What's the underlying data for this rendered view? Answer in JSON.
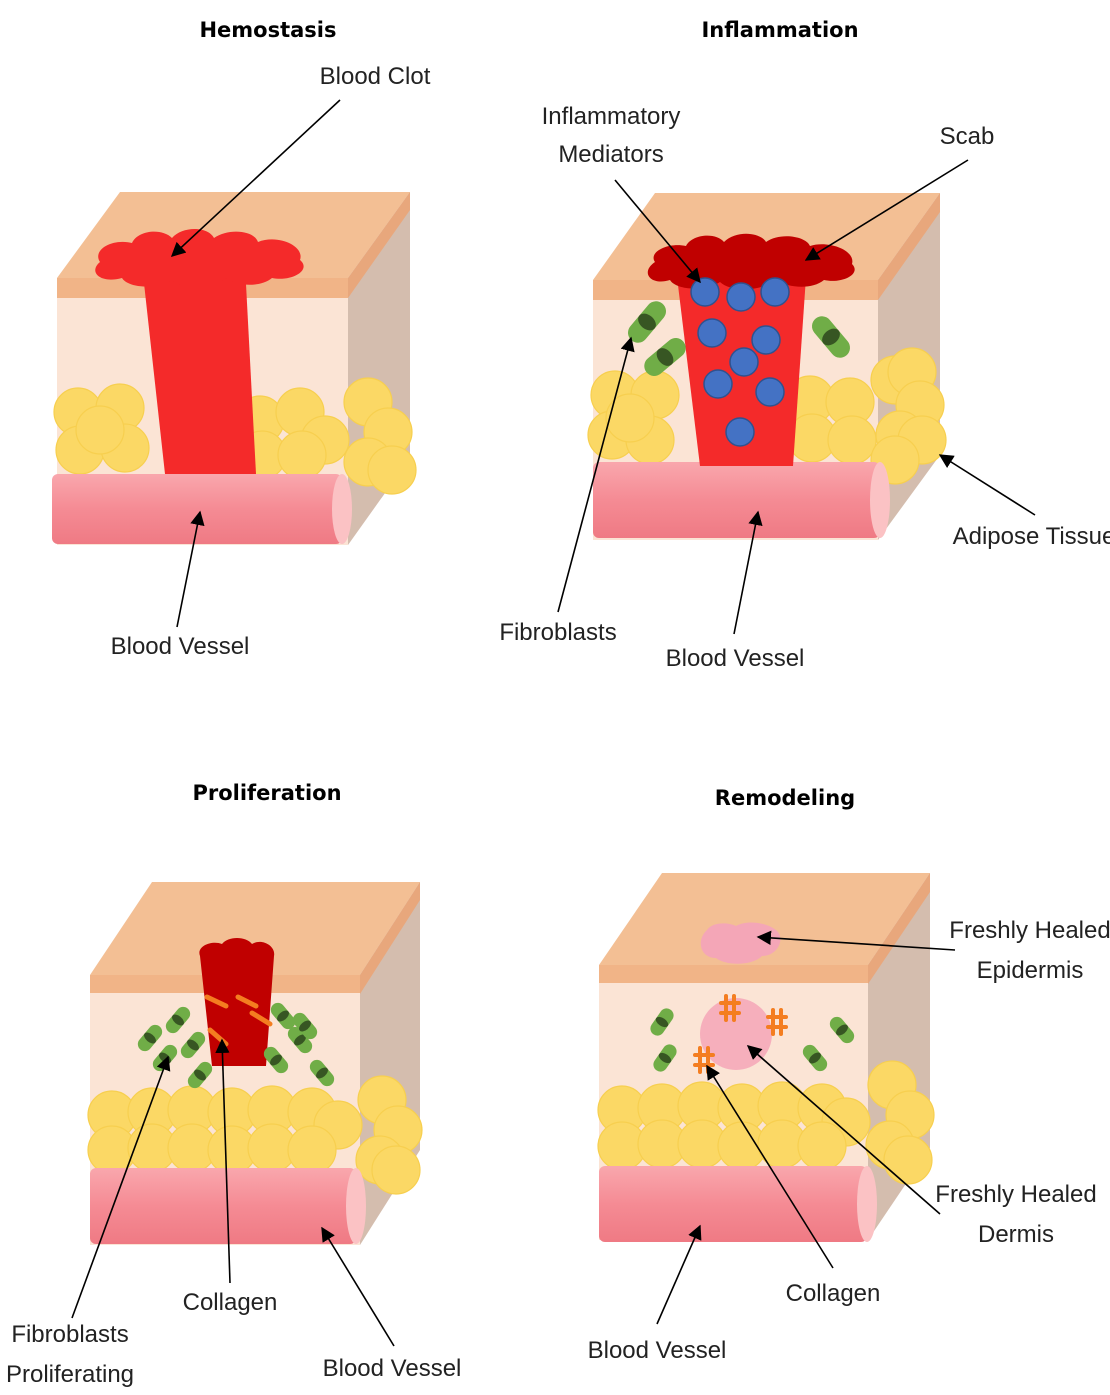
{
  "panels": {
    "hemostasis": {
      "title": "Hemostasis",
      "labels": {
        "blood_clot": "Blood Clot",
        "blood_vessel": "Blood Vessel"
      }
    },
    "inflammation": {
      "title": "Inflammation",
      "labels": {
        "inflammatory_mediators_1": "Inflammatory",
        "inflammatory_mediators_2": "Mediators",
        "scab": "Scab",
        "adipose_tissue": "Adipose Tissue",
        "fibroblasts": "Fibroblasts",
        "blood_vessel": "Blood Vessel"
      }
    },
    "proliferation": {
      "title": "Proliferation",
      "labels": {
        "fibroblasts_proliferating_1": "Fibroblasts",
        "fibroblasts_proliferating_2": "Proliferating",
        "collagen": "Collagen",
        "blood_vessel": "Blood Vessel"
      }
    },
    "remodeling": {
      "title": "Remodeling",
      "labels": {
        "freshly_healed_epidermis_1": "Freshly Healed",
        "freshly_healed_epidermis_2": "Epidermis",
        "freshly_healed_dermis_1": "Freshly Healed",
        "freshly_healed_dermis_2": "Dermis",
        "collagen": "Collagen",
        "blood_vessel": "Blood Vessel"
      }
    }
  },
  "colors": {
    "epidermis": "#f3bf94",
    "epidermis_edge": "#eea97a",
    "dermis": "#fbe4d5",
    "side": "#d4bdae",
    "fat": "#fbd865",
    "fat_edge": "#f3c440",
    "vessel": "#f58b94",
    "clot": "#f42a2a",
    "scab": "#c00000",
    "mediator": "#4472c4",
    "fibroblast": "#70ad47",
    "fibroblast_dark": "#375623",
    "collagen": "#f47d20",
    "healed": "#f4a6b7"
  }
}
